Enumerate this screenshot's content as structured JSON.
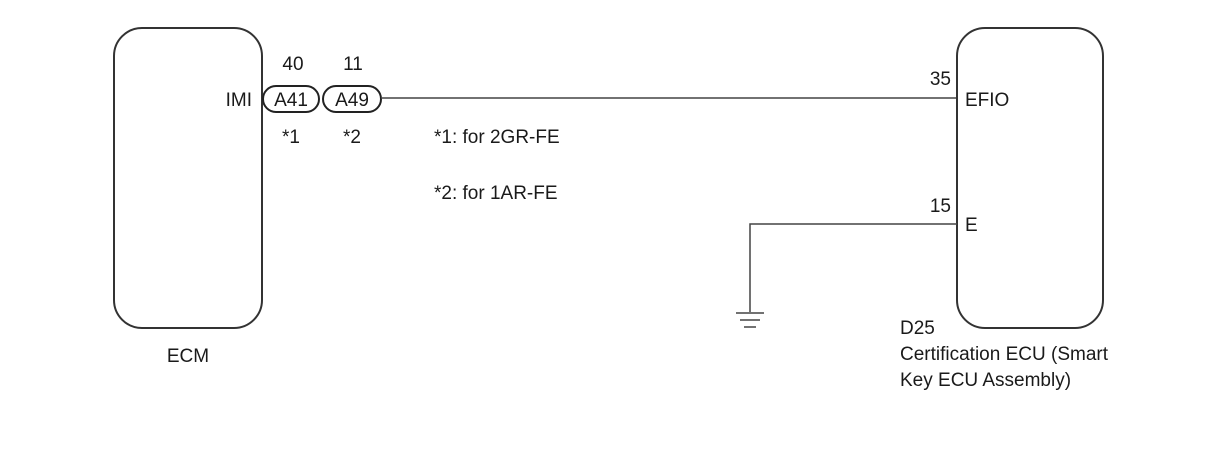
{
  "ecm": {
    "label": "ECM",
    "pin_name": "IMI"
  },
  "connectors": [
    {
      "id": "A41",
      "pin": "40",
      "note": "*1"
    },
    {
      "id": "A49",
      "pin": "11",
      "note": "*2"
    }
  ],
  "notes": [
    "*1: for 2GR-FE",
    "*2: for 1AR-FE"
  ],
  "cert_ecu": {
    "connector": "D25",
    "name_line1": "Certification ECU (Smart",
    "name_line2": "Key ECU Assembly)",
    "pins": [
      {
        "number": "35",
        "name": "EFIO"
      },
      {
        "number": "15",
        "name": "E"
      }
    ]
  }
}
